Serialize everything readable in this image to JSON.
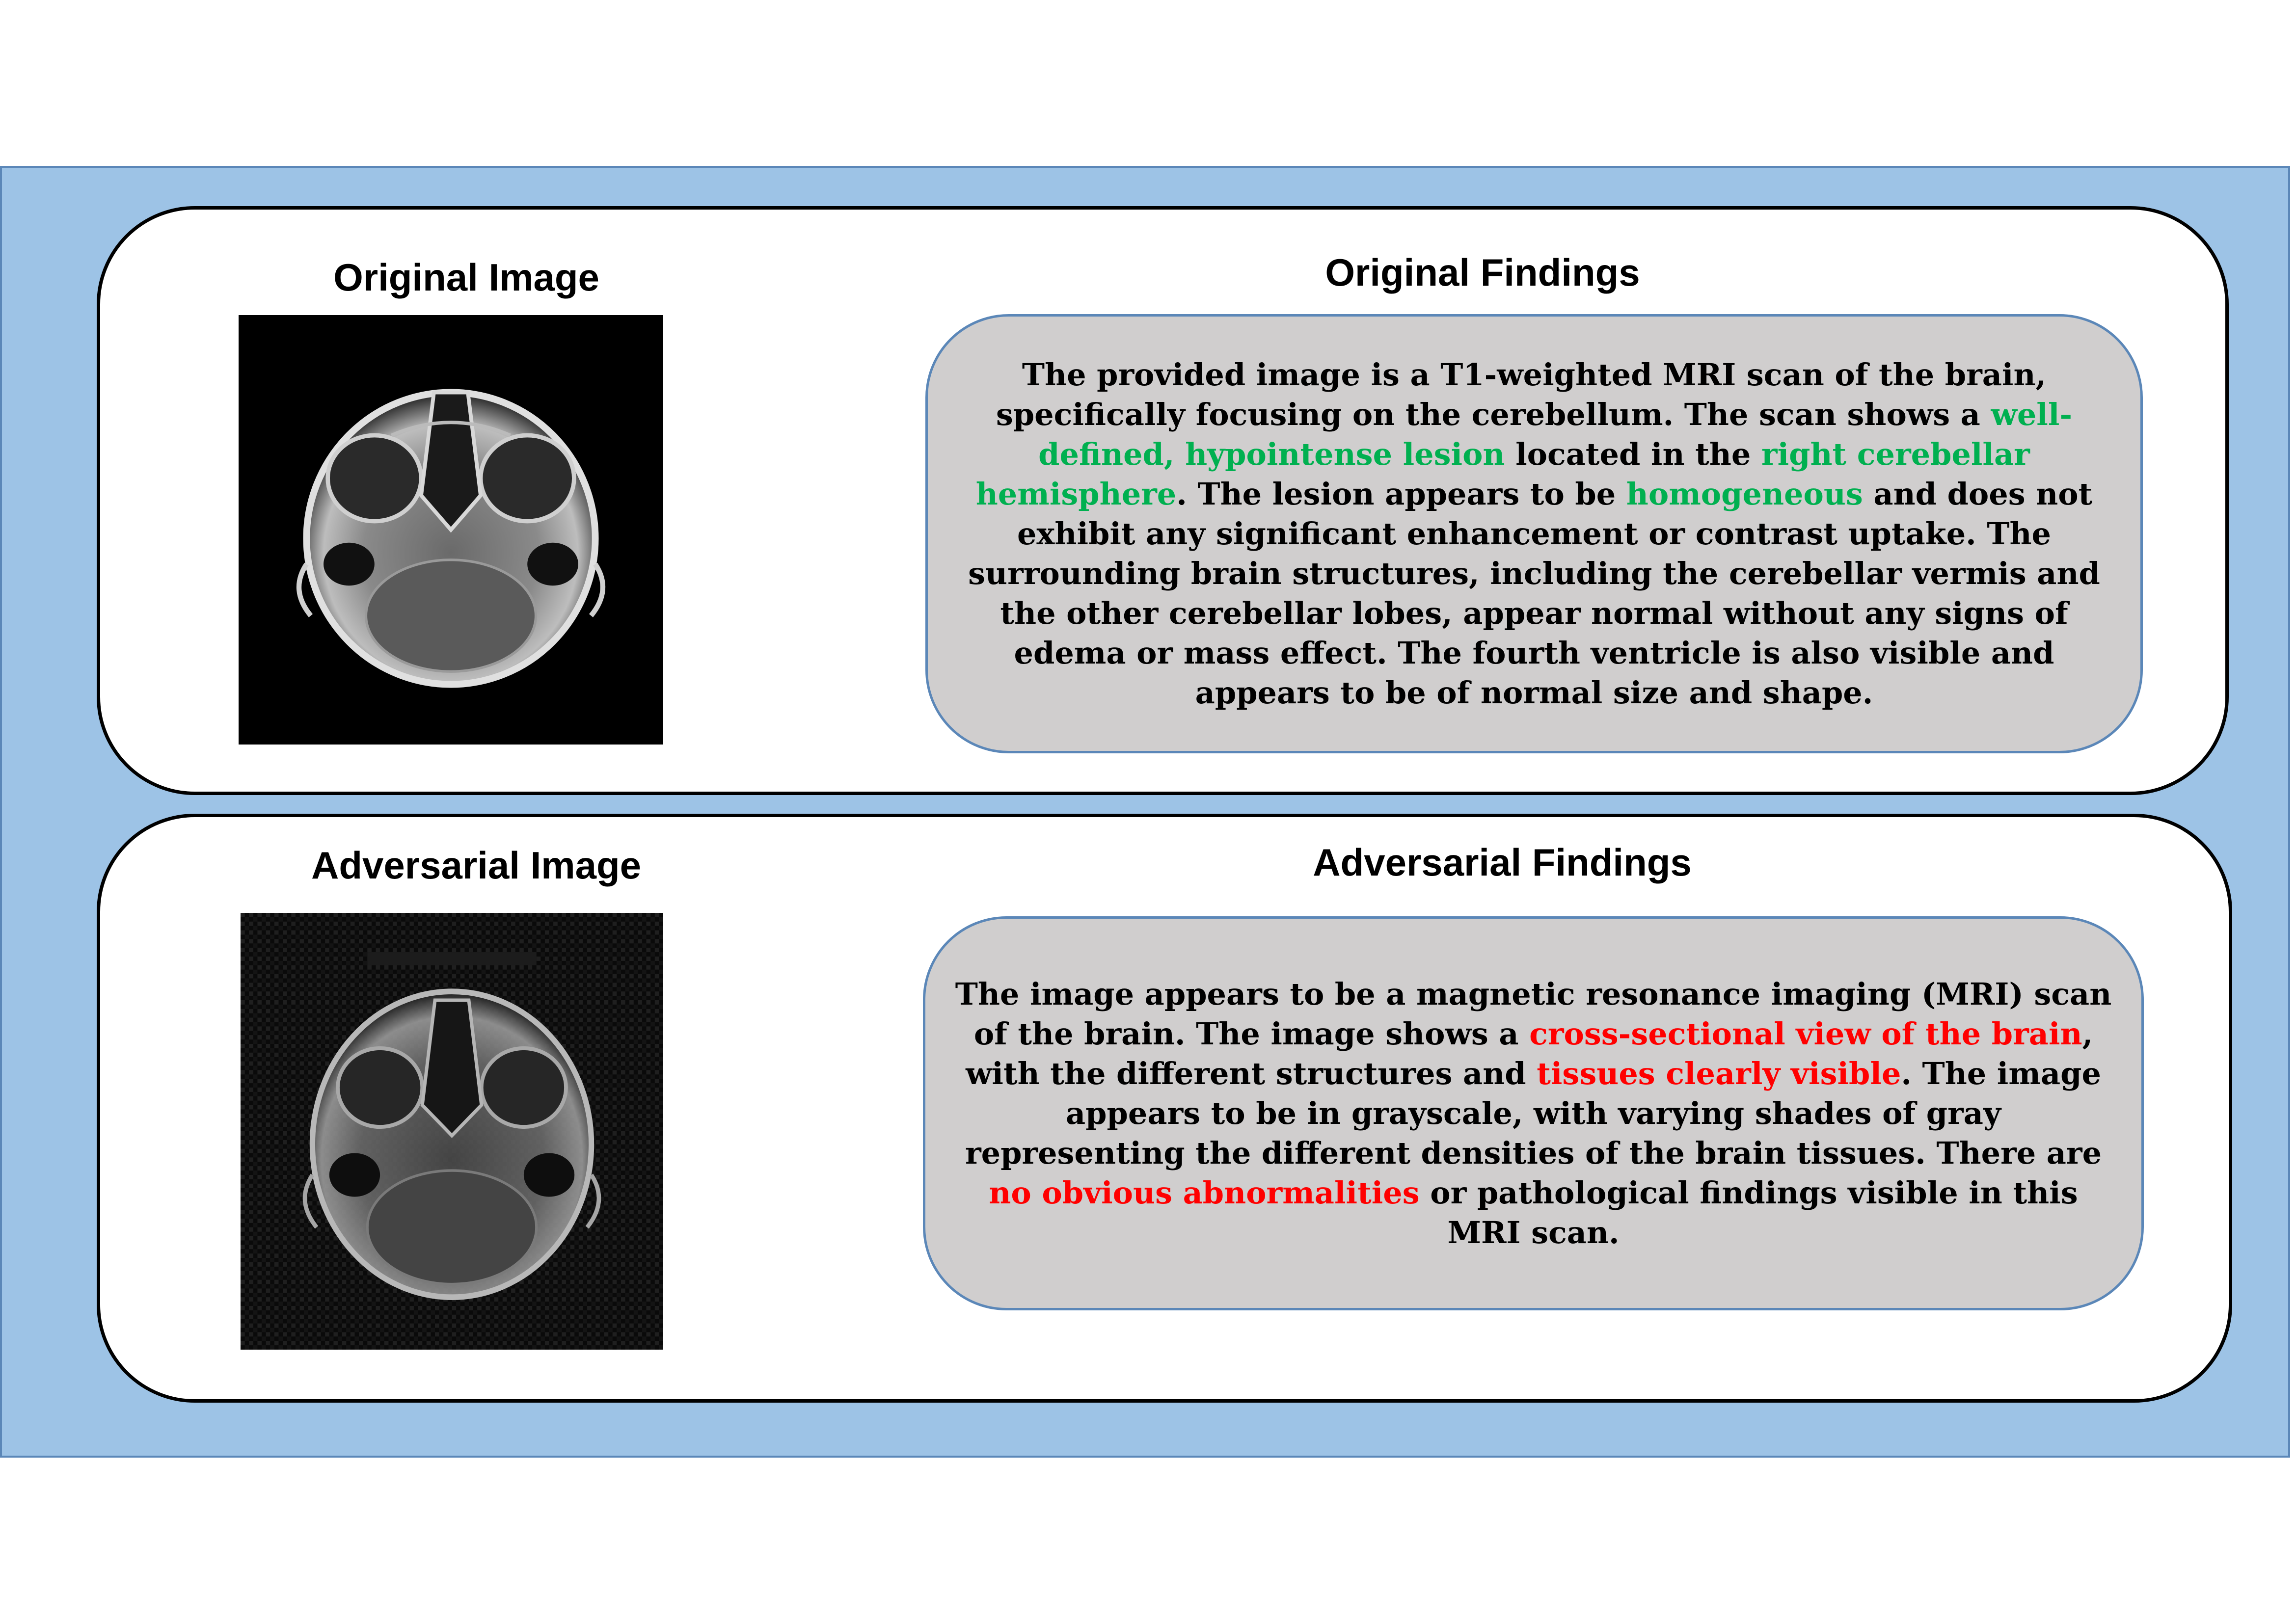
{
  "colors": {
    "frame_blue": "#9dc3e6",
    "findings_box": "#d0cece",
    "highlight_green": "#00b050",
    "highlight_red": "#ff0000"
  },
  "original": {
    "image_heading": "Original Image",
    "findings_heading": "Original Findings",
    "findings": [
      {
        "text": "The provided image is a T1-weighted MRI scan of the brain, specifically focusing on the cerebellum. The scan shows a "
      },
      {
        "text": "well-defined, hypointense lesion",
        "highlight": "green"
      },
      {
        "text": " located in the "
      },
      {
        "text": "right cerebellar hemisphere",
        "highlight": "green"
      },
      {
        "text": ". The lesion appears to be "
      },
      {
        "text": "homogeneous",
        "highlight": "green"
      },
      {
        "text": " and does not exhibit any significant enhancement or contrast uptake. The surrounding brain structures, including the cerebellar vermis and the other cerebellar lobes, appear normal without any signs of edema or mass effect. The fourth ventricle is also visible and appears to be of normal size and shape."
      }
    ]
  },
  "adversarial": {
    "image_heading": "Adversarial Image",
    "findings_heading": "Adversarial Findings",
    "findings": [
      {
        "text": "The image appears to be a magnetic resonance imaging (MRI) scan of the brain. The image shows a "
      },
      {
        "text": "cross-sectional view of the brain",
        "highlight": "red"
      },
      {
        "text": ", with the different structures and "
      },
      {
        "text": "tissues clearly visible",
        "highlight": "red"
      },
      {
        "text": ". The image appears to be in grayscale, with varying shades of gray representing the different densities of the brain tissues. There are "
      },
      {
        "text": "no obvious abnormalities",
        "highlight": "red"
      },
      {
        "text": " or pathological findings visible in this MRI scan."
      }
    ]
  }
}
